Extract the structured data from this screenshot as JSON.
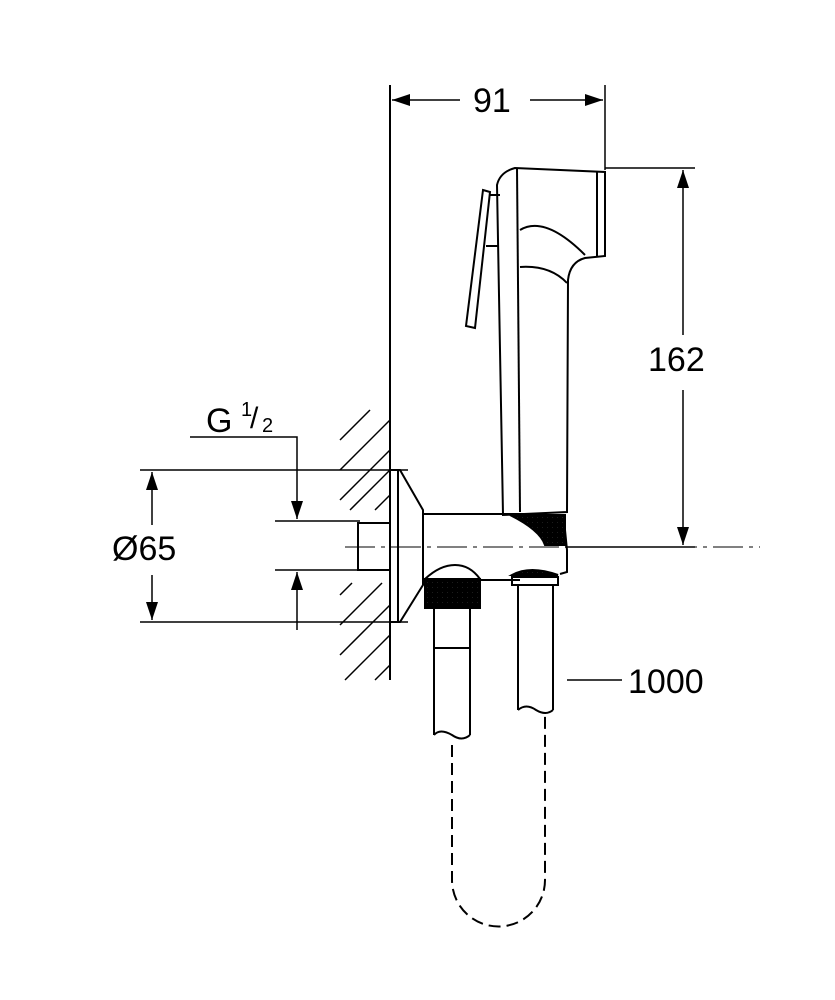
{
  "dimensions": {
    "width": "91",
    "height": "162",
    "diameter": "Ø65",
    "thread": "G",
    "thread_num": "1",
    "thread_den": "2",
    "hose_length": "1000"
  },
  "colors": {
    "line": "#000000",
    "background": "#ffffff"
  }
}
